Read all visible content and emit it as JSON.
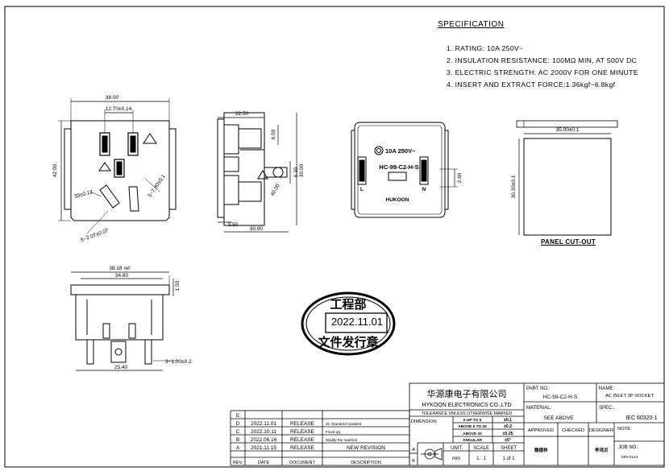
{
  "specification": {
    "title": "SPECIFICATION",
    "items": [
      "1. RATING: 10A 250V~",
      "2. INSULATION RESISTANCE: 100MΩ MIN, AT 500V DC",
      "3. ELECTRIC STRENGTH: AC 2000V FOR ONE MINUTE",
      "4. INSERT AND EXTRACT FORCE:1.36kgf~6.8kgf"
    ]
  },
  "front_view": {
    "dims": [
      "38.00",
      "12.70±0.14",
      "42.00",
      "5~7.40±0.1",
      "30±0.12",
      "5~2.07±0.07"
    ]
  },
  "side_view": {
    "dims": [
      "22.50",
      "6.50",
      "30.00",
      "6.30",
      "40.00",
      "3.50",
      "30.90"
    ]
  },
  "rear_view": {
    "marking_rating": "10A 250V~",
    "marking_model": "HC-99-C2-H-S",
    "marking_brand": "HUKOON",
    "terminal_labels": [
      "L",
      "N"
    ],
    "dims": [
      "2.60"
    ]
  },
  "panel_cutout": {
    "label": "PANEL CUT-OUT",
    "dims": [
      "35.00±0.1",
      "30.20±0.1"
    ]
  },
  "bottom_view": {
    "dims": [
      "38.18 ref.",
      "34.60",
      "1.50",
      "25.40",
      "3~1.00±0.2"
    ]
  },
  "stamp": {
    "top": "工程部",
    "date": "2022.11.01",
    "bottom": "文件发行章",
    "color": "#000000"
  },
  "revision_table": {
    "rows": [
      {
        "rev": "E",
        "date": "",
        "document": "",
        "description": ""
      },
      {
        "rev": "D",
        "date": "2022.11.01",
        "document": "RELEASE",
        "description": "3C Standard Updated"
      },
      {
        "rev": "C",
        "date": "2022.10.11",
        "document": "RELEASE",
        "description": "Fixed qty"
      },
      {
        "rev": "B",
        "date": "2022.06.16",
        "document": "RELEASE",
        "description": "Modify the material"
      },
      {
        "rev": "A",
        "date": "2021.11.15",
        "document": "RELEASE",
        "description": "NEW REVISION"
      }
    ],
    "headers": {
      "rev": "REV.",
      "date": "DATE",
      "document": "DOCUMENT",
      "description": "DESCRIPTION"
    }
  },
  "title_block": {
    "company_cn": "华源康电子有限公司",
    "company_en": "HYKOON ELECTRONICS CO.,LTD",
    "tolerance_title": "TOLERANCE UNLESS OTHERWISE MARKED",
    "dimension_label": "DIMENSION:",
    "tolerance_rows": [
      {
        "range": "0 UP TO 5",
        "tol": "±0.1"
      },
      {
        "range": "ABOVE 5 TO 20",
        "tol": "±0.2"
      },
      {
        "range": "ABOVE 20",
        "tol": "±0.25"
      },
      {
        "range": "ANGULAR",
        "tol": "±5°"
      }
    ],
    "unit_label": "UNIT",
    "unit_value": "mm",
    "scale_label": "SCALE",
    "scale_value": "1 : 1",
    "sheet_label": "SHEET",
    "sheet_value": "1 of 1",
    "projection_labels": [
      "A",
      "B"
    ],
    "part_no_label": "PART NO.:",
    "part_no": "HC-99-C2-H-S",
    "name_label": "NAME:",
    "name": "AC INLET 3P SOCKET",
    "material_label": "MATERIAL:",
    "material": "SEE ABOVE",
    "spec_label": "SPEC.:",
    "spec": "IEC 60320-1",
    "approved_label": "APPROVED",
    "checked_label": "CHECKED",
    "designer_label": "DESIGNER",
    "note_label": "NOTE:",
    "approved_sign": "魏德林",
    "designer_sign": "李鸿贞",
    "job_no_label": "JOB NO.:",
    "job_no": "599-0143"
  }
}
